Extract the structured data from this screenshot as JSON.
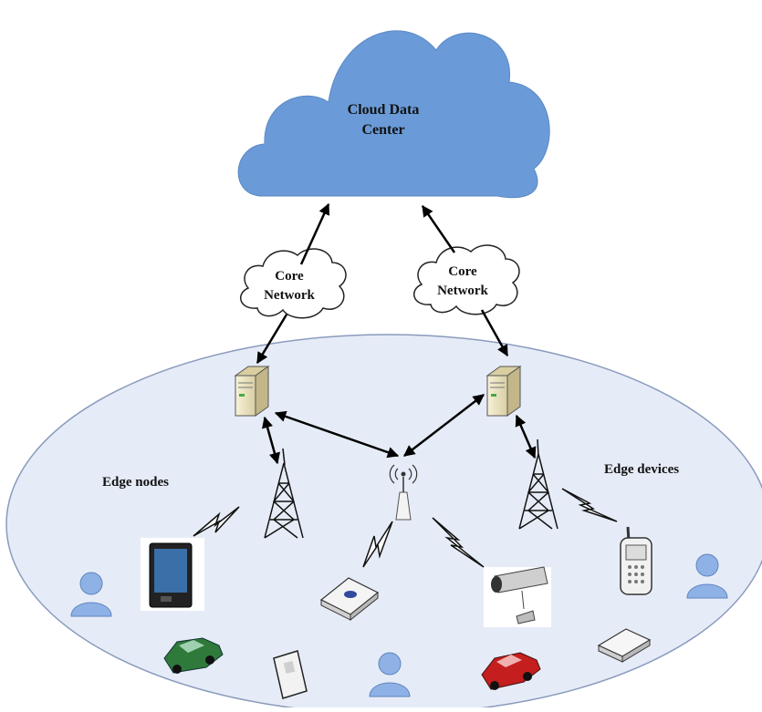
{
  "cloud": {
    "title_line1": "Cloud Data",
    "title_line2": "Center"
  },
  "core_networks": [
    {
      "line1": "Core",
      "line2": "Network"
    },
    {
      "line1": "Core",
      "line2": "Network"
    }
  ],
  "region_labels": {
    "edge_nodes": "Edge nodes",
    "edge_devices": "Edge devices"
  },
  "colors": {
    "cloud_fill": "#6a9bd8",
    "edge_region_fill": "#e6ecf7",
    "edge_region_stroke": "#8a9bbd",
    "server_fill": "#efe7c6",
    "person_fill": "#8fb2e6",
    "car_green": "#2f7a3a",
    "car_red": "#c41e1e"
  },
  "icons": [
    "cloud-icon",
    "core-network-cloud-icon",
    "edge-server-icon",
    "cell-tower-icon",
    "wifi-access-point-icon",
    "wireless-link-icon",
    "tablet-icon",
    "router-icon",
    "security-camera-icon",
    "mobile-phone-icon",
    "person-icon",
    "car-icon",
    "sensor-box-icon"
  ]
}
